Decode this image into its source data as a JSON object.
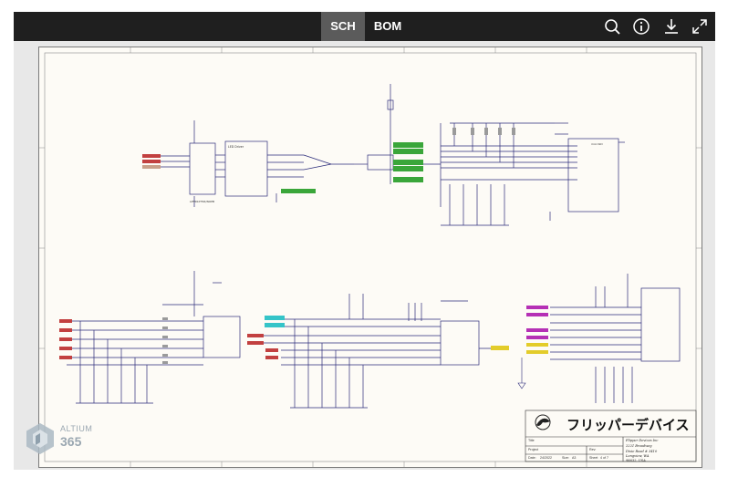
{
  "toolbar": {
    "tabs": [
      {
        "label": "SCH",
        "active": true
      },
      {
        "label": "BOM",
        "active": false
      }
    ],
    "icons": [
      "search-icon",
      "info-icon",
      "download-icon",
      "expand-icon"
    ]
  },
  "title_block": {
    "company_logo_text": "フリッパーデバイス",
    "company_name": "Flipper Devices Inc",
    "address_lines": [
      "2221 Broadway",
      "Dixie Road # 3410",
      "Longview, WA",
      "98632, USA"
    ],
    "title_label": "Title",
    "project_label": "Project",
    "rev_label": "Rev:",
    "date_label": "Date:",
    "date_value": "24/2022",
    "sheet_label": "Sheet",
    "sheet_value": "4 of 7",
    "size_label": "Size:",
    "size_value": "A3"
  },
  "watermark": {
    "brand": "ALTIUM",
    "number": "365"
  },
  "colors": {
    "toolbar_bg": "#1f1f1f",
    "active_tab": "#5b5b5b",
    "sheet_bg": "#fdfbf6",
    "wire": "#2b2b7a",
    "net_green": "#3aa63a",
    "net_cyan": "#35c4c8",
    "net_magenta": "#b530b5",
    "net_yellow": "#e3cc2a",
    "net_red": "#c24040"
  }
}
